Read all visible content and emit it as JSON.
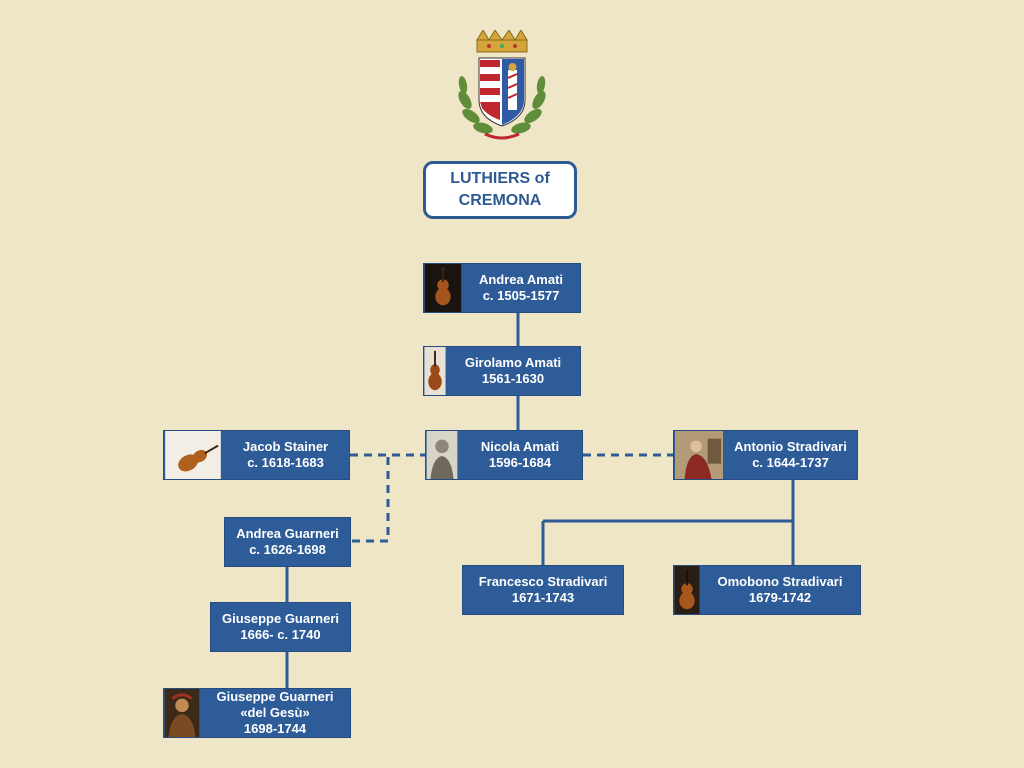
{
  "title": {
    "line1": "LUTHIERS of",
    "line2": "CREMONA"
  },
  "colors": {
    "background": "#efe6c8",
    "node": "#2e5c98",
    "line": "#2e5c98",
    "title_border": "#2e5a94"
  },
  "emblem": {
    "icon": "cremona-coat-of-arms-icon"
  },
  "nodes": {
    "andrea_amati": {
      "name": "Andrea Amati",
      "dates": "c. 1505-1577",
      "thumb": "violin-icon"
    },
    "girolamo_amati": {
      "name": "Girolamo Amati",
      "dates": "1561-1630",
      "thumb": "violin-icon"
    },
    "nicola_amati": {
      "name": "Nicola Amati",
      "dates": "1596-1684",
      "thumb": "portrait-icon"
    },
    "jacob_stainer": {
      "name": "Jacob Stainer",
      "dates": "c. 1618-1683",
      "thumb": "violin-icon"
    },
    "antonio_stradivari": {
      "name": "Antonio Stradivari",
      "dates": "c. 1644-1737",
      "thumb": "portrait-icon"
    },
    "andrea_guarneri": {
      "name": "Andrea Guarneri",
      "dates": "c. 1626-1698"
    },
    "giuseppe_guarneri": {
      "name": "Giuseppe Guarneri",
      "dates": "1666- c. 1740"
    },
    "del_gesu": {
      "name": "Giuseppe Guarneri",
      "nickname": "«del Gesù»",
      "dates": "1698-1744",
      "thumb": "portrait-icon"
    },
    "francesco_stradivari": {
      "name": "Francesco Stradivari",
      "dates": "1671-1743"
    },
    "omobono_stradivari": {
      "name": "Omobono Stradivari",
      "dates": "1679-1742",
      "thumb": "violin-icon"
    }
  }
}
